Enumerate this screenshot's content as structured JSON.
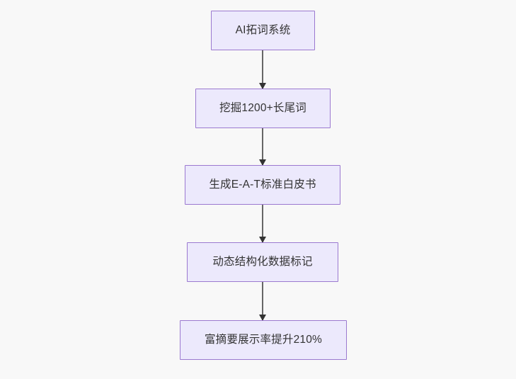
{
  "diagram": {
    "type": "flowchart",
    "orientation": "top-to-bottom",
    "background_color": "#f8f8f8",
    "node_fill_color": "#ece9fc",
    "node_border_color": "#9b79d0",
    "node_text_color": "#333333",
    "edge_color": "#666666",
    "arrowhead_color": "#333333",
    "nodes": [
      {
        "id": "node-1",
        "label": "AI拓词系统"
      },
      {
        "id": "node-2",
        "label": "挖掘1200+长尾词"
      },
      {
        "id": "node-3",
        "label": "生成E-A-T标准白皮书"
      },
      {
        "id": "node-4",
        "label": "动态结构化数据标记"
      },
      {
        "id": "node-5",
        "label": "富摘要展示率提升210%"
      }
    ],
    "edges": [
      {
        "id": "edge-1",
        "from": "node-1",
        "to": "node-2",
        "label": "",
        "arrow": "down"
      },
      {
        "id": "edge-2",
        "from": "node-2",
        "to": "node-3",
        "label": "",
        "arrow": "down"
      },
      {
        "id": "edge-3",
        "from": "node-3",
        "to": "node-4",
        "label": "",
        "arrow": "down"
      },
      {
        "id": "edge-4",
        "from": "node-4",
        "to": "node-5",
        "label": "",
        "arrow": "down"
      }
    ]
  }
}
